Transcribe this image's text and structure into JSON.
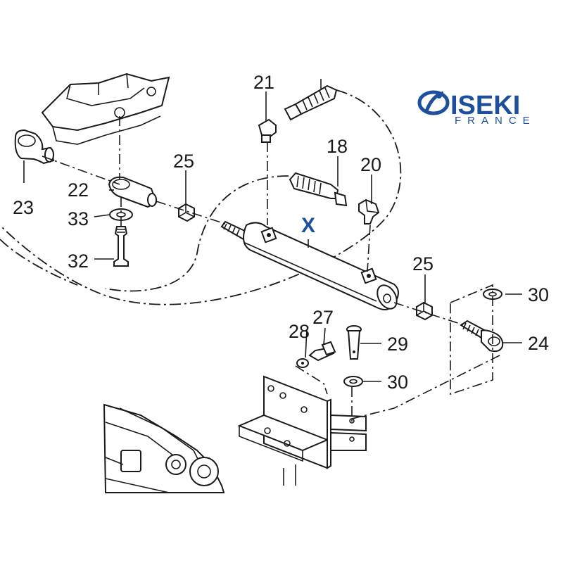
{
  "brand": {
    "name": "ISEKI",
    "country": "FRANCE",
    "color": "#1d4f9c"
  },
  "callouts": [
    {
      "id": "21",
      "label": "21"
    },
    {
      "id": "18",
      "label": "18"
    },
    {
      "id": "20",
      "label": "20"
    },
    {
      "id": "25a",
      "label": "25"
    },
    {
      "id": "22",
      "label": "22"
    },
    {
      "id": "23",
      "label": "23"
    },
    {
      "id": "33",
      "label": "33"
    },
    {
      "id": "32",
      "label": "32"
    },
    {
      "id": "25b",
      "label": "25"
    },
    {
      "id": "30a",
      "label": "30"
    },
    {
      "id": "24",
      "label": "24"
    },
    {
      "id": "27",
      "label": "27"
    },
    {
      "id": "28",
      "label": "28"
    },
    {
      "id": "29",
      "label": "29"
    },
    {
      "id": "30b",
      "label": "30"
    }
  ],
  "assembly_marker": {
    "label": "X",
    "color": "#1d4f9c"
  }
}
